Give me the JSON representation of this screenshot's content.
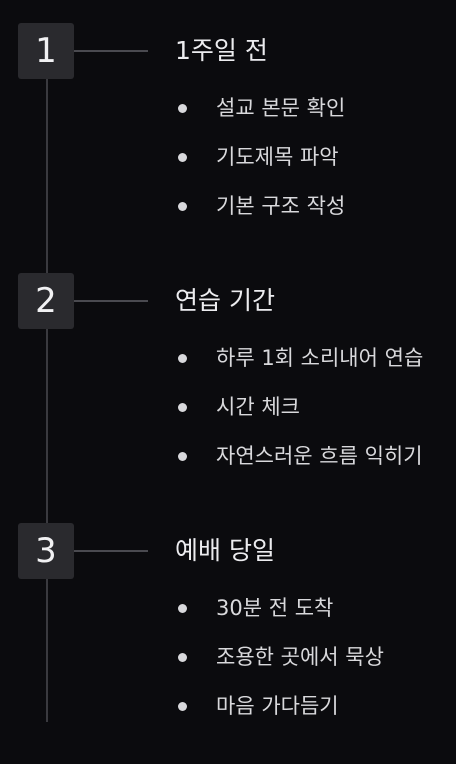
{
  "steps": [
    {
      "number": "1",
      "title": "1주일 전",
      "items": [
        "설교 본문 확인",
        "기도제목 파악",
        "기본 구조 작성"
      ]
    },
    {
      "number": "2",
      "title": "연습 기간",
      "items": [
        "하루 1회 소리내어 연습",
        "시간 체크",
        "자연스러운 흐름 익히기"
      ]
    },
    {
      "number": "3",
      "title": "예배 당일",
      "items": [
        "30분 전 도착",
        "조용한 곳에서 묵상",
        "마음 가다듬기"
      ]
    }
  ],
  "colors": {
    "background": "#0b0b0e",
    "badge": "#2a2a2e",
    "line": "#3a3a3f",
    "text": "#e8e8ea"
  }
}
